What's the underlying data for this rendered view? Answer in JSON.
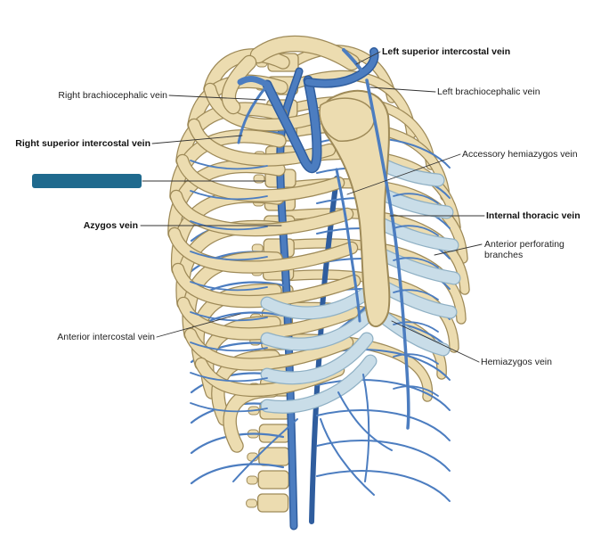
{
  "figure": {
    "colors": {
      "bone": "#ecdcb0",
      "bone_outline": "#9e8a58",
      "cartilage": "#c9dde8",
      "vein": "#4c7dc0",
      "vein_dark": "#2f5d9e",
      "leader": "#333333",
      "redaction": "#1f6a8e"
    },
    "labels": {
      "left_superior_intercostal_vein": "Left superior intercostal vein",
      "left_brachiocephalic_vein": "Left brachiocephalic vein",
      "right_brachiocephalic_vein": "Right brachiocephalic vein",
      "right_superior_intercostal_vein": "Right superior intercostal vein",
      "accessory_hemiazygos_vein": "Accessory hemiazygos vein",
      "internal_thoracic_vein": "Internal thoracic vein",
      "azygos_vein": "Azygos vein",
      "anterior_perforating_branches": "Anterior perforating branches",
      "anterior_intercostal_vein": "Anterior intercostal vein",
      "hemiazygos_vein": "Hemiazygos vein"
    }
  }
}
